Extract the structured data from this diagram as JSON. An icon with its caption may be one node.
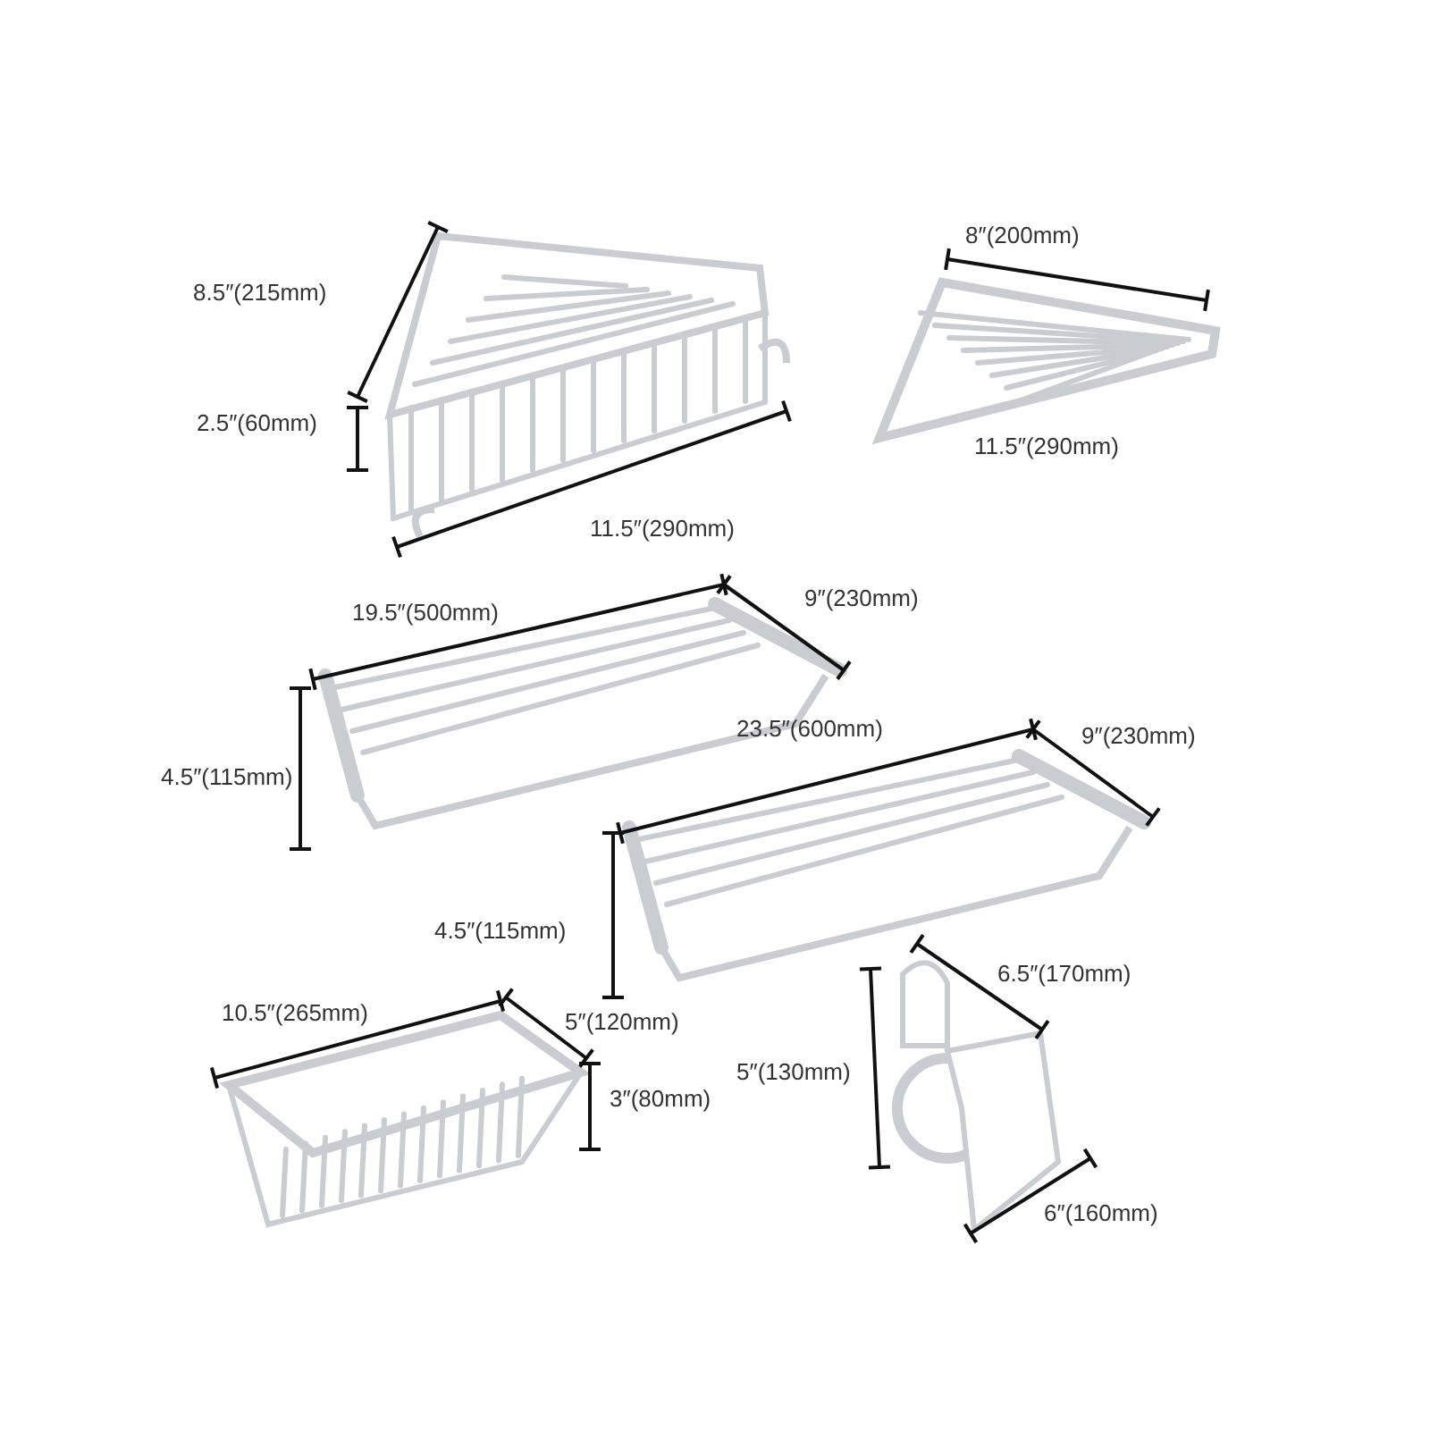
{
  "diagram": {
    "labels": [
      "8.5″(215mm)",
      "8″(200mm)",
      "2.5″(60mm)",
      "11.5″(290mm)",
      "11.5″(290mm)",
      "19.5″(500mm)",
      "9″(230mm)",
      "23.5″(600mm)",
      "9″(230mm)",
      "4.5″(115mm)",
      "4.5″(115mm)",
      "6.5″(170mm)",
      "10.5″(265mm)",
      "5″(120mm)",
      "5″(130mm)",
      "3″(80mm)",
      "6″(160mm)"
    ]
  }
}
